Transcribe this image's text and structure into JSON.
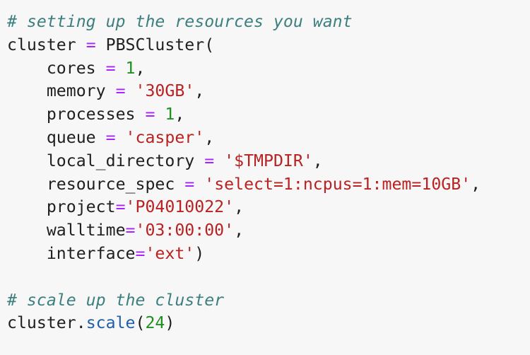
{
  "code": {
    "lines": [
      {
        "indent": "",
        "tokens": [
          {
            "type": "comment",
            "text": "# setting up the resources you want"
          }
        ]
      },
      {
        "indent": "",
        "tokens": [
          {
            "type": "plain",
            "text": "cluster "
          },
          {
            "type": "op",
            "text": "="
          },
          {
            "type": "plain",
            "text": " PBSCluster("
          }
        ]
      },
      {
        "indent": "    ",
        "tokens": [
          {
            "type": "plain",
            "text": "cores "
          },
          {
            "type": "op",
            "text": "="
          },
          {
            "type": "plain",
            "text": " "
          },
          {
            "type": "num",
            "text": "1"
          },
          {
            "type": "plain",
            "text": ","
          }
        ]
      },
      {
        "indent": "    ",
        "tokens": [
          {
            "type": "plain",
            "text": "memory "
          },
          {
            "type": "op",
            "text": "="
          },
          {
            "type": "plain",
            "text": " "
          },
          {
            "type": "str",
            "text": "'30GB'"
          },
          {
            "type": "plain",
            "text": ","
          }
        ]
      },
      {
        "indent": "    ",
        "tokens": [
          {
            "type": "plain",
            "text": "processes "
          },
          {
            "type": "op",
            "text": "="
          },
          {
            "type": "plain",
            "text": " "
          },
          {
            "type": "num",
            "text": "1"
          },
          {
            "type": "plain",
            "text": ","
          }
        ]
      },
      {
        "indent": "    ",
        "tokens": [
          {
            "type": "plain",
            "text": "queue "
          },
          {
            "type": "op",
            "text": "="
          },
          {
            "type": "plain",
            "text": " "
          },
          {
            "type": "str",
            "text": "'casper'"
          },
          {
            "type": "plain",
            "text": ","
          }
        ]
      },
      {
        "indent": "    ",
        "tokens": [
          {
            "type": "plain",
            "text": "local_directory "
          },
          {
            "type": "op",
            "text": "="
          },
          {
            "type": "plain",
            "text": " "
          },
          {
            "type": "str",
            "text": "'$TMPDIR'"
          },
          {
            "type": "plain",
            "text": ","
          }
        ]
      },
      {
        "indent": "    ",
        "tokens": [
          {
            "type": "plain",
            "text": "resource_spec "
          },
          {
            "type": "op",
            "text": "="
          },
          {
            "type": "plain",
            "text": " "
          },
          {
            "type": "str",
            "text": "'select=1:ncpus=1:mem=10GB'"
          },
          {
            "type": "plain",
            "text": ","
          }
        ]
      },
      {
        "indent": "    ",
        "tokens": [
          {
            "type": "plain",
            "text": "project"
          },
          {
            "type": "op",
            "text": "="
          },
          {
            "type": "str",
            "text": "'P04010022'"
          },
          {
            "type": "plain",
            "text": ","
          }
        ]
      },
      {
        "indent": "    ",
        "tokens": [
          {
            "type": "plain",
            "text": "walltime"
          },
          {
            "type": "op",
            "text": "="
          },
          {
            "type": "str",
            "text": "'03:00:00'"
          },
          {
            "type": "plain",
            "text": ","
          }
        ]
      },
      {
        "indent": "    ",
        "tokens": [
          {
            "type": "plain",
            "text": "interface"
          },
          {
            "type": "op",
            "text": "="
          },
          {
            "type": "str",
            "text": "'ext'"
          },
          {
            "type": "plain",
            "text": ")"
          }
        ]
      },
      {
        "indent": "",
        "tokens": []
      },
      {
        "indent": "",
        "tokens": [
          {
            "type": "comment",
            "text": "# scale up the cluster"
          }
        ]
      },
      {
        "indent": "",
        "tokens": [
          {
            "type": "plain",
            "text": "cluster."
          },
          {
            "type": "attr",
            "text": "scale"
          },
          {
            "type": "plain",
            "text": "("
          },
          {
            "type": "num",
            "text": "24"
          },
          {
            "type": "plain",
            "text": ")"
          }
        ]
      }
    ]
  },
  "colors": {
    "background": "#f7f7f7",
    "comment": "#3d7f7f",
    "operator": "#aa22ff",
    "number": "#1f8f1f",
    "string": "#ba2121",
    "attribute": "#1f5fa8",
    "text": "#1f1f1f"
  }
}
